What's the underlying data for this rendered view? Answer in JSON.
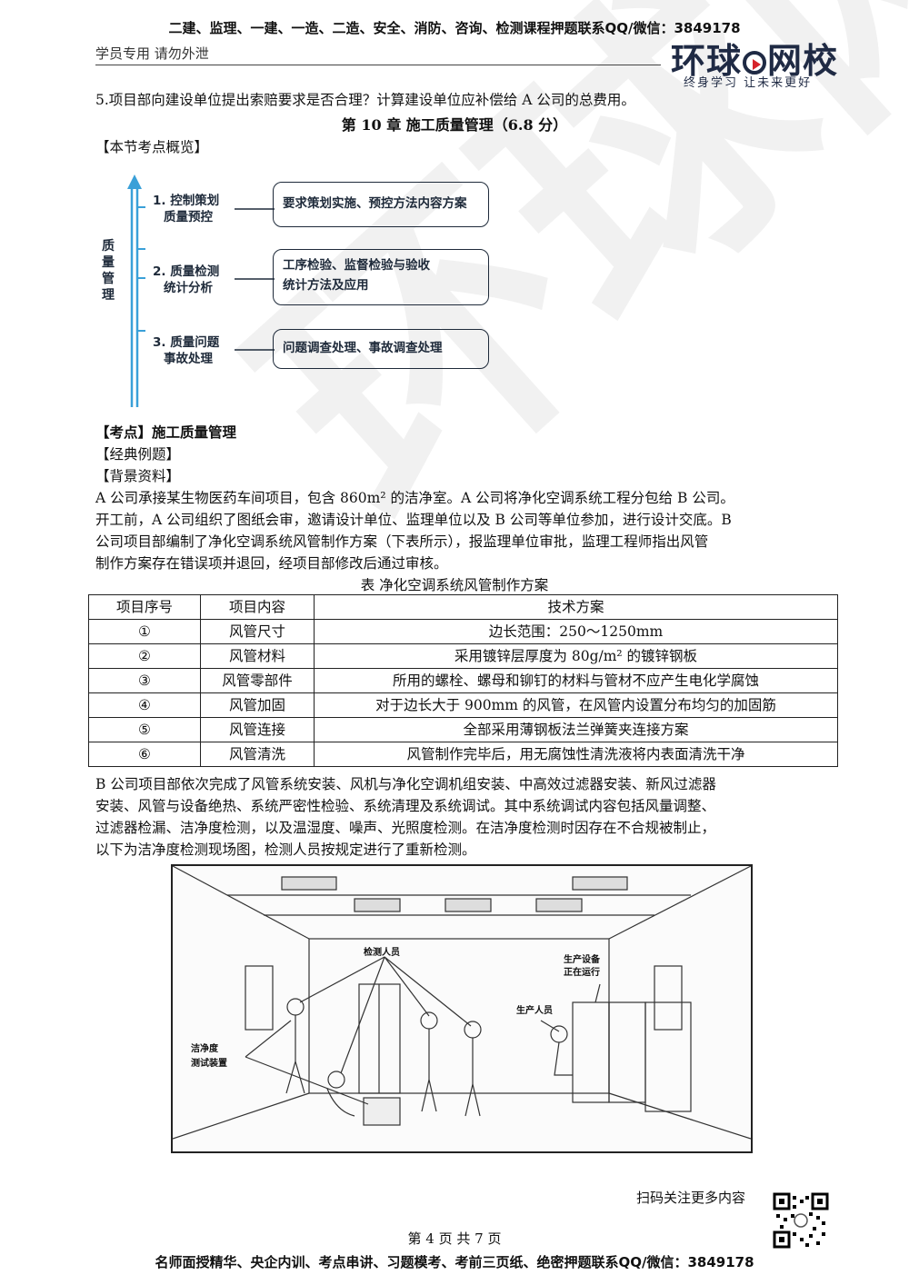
{
  "header": {
    "banner": "二建、监理、一建、一造、二造、安全、消防、咨询、检测课程押题联系QQ/微信：3849178",
    "left_note": "学员专用 请勿外泄",
    "logo_part1": "环球",
    "logo_part2": "网校",
    "logo_slogan": "终身学习 让未来更好"
  },
  "question5": "5.项目部向建设单位提出索赔要求是否合理？计算建设单位应补偿给 A 公司的总费用。",
  "chapter_title": "第 10 章 施工质量管理（6.8 分）",
  "overview_label": "【本节考点概览】",
  "diagram": {
    "axis_label": "质量管理",
    "steps": [
      {
        "num": "1.",
        "line1": "控制策划",
        "line2": "质量预控",
        "box": [
          "要求策划实施、预控方法内容方案"
        ]
      },
      {
        "num": "2.",
        "line1": "质量检测",
        "line2": "统计分析",
        "box": [
          "工序检验、监督检验与验收",
          "统计方法及应用"
        ]
      },
      {
        "num": "3.",
        "line1": "质量问题",
        "line2": "事故处理",
        "box": [
          "问题调查处理、事故调查处理"
        ]
      }
    ]
  },
  "section": {
    "kaodian": "【考点】施工质量管理",
    "example": "【经典例题】",
    "background": "【背景资料】"
  },
  "paragraph1": [
    "A 公司承接某生物医药车间项目，包含 860m² 的洁净室。A 公司将净化空调系统工程分包给 B 公司。",
    "开工前，A 公司组织了图纸会审，邀请设计单位、监理单位以及 B 公司等单位参加，进行设计交底。B",
    "公司项目部编制了净化空调系统风管制作方案（下表所示），报监理单位审批，监理工程师指出风管",
    "制作方案存在错误项并退回，经项目部修改后通过审核。"
  ],
  "table": {
    "caption": "表 净化空调系统风管制作方案",
    "headers": [
      "项目序号",
      "项目内容",
      "技术方案"
    ],
    "rows": [
      [
        "①",
        "风管尺寸",
        "边长范围：250～1250mm"
      ],
      [
        "②",
        "风管材料",
        "采用镀锌层厚度为 80g/m² 的镀锌钢板"
      ],
      [
        "③",
        "风管零部件",
        "所用的螺栓、螺母和铆钉的材料与管材不应产生电化学腐蚀"
      ],
      [
        "④",
        "风管加固",
        "对于边长大于 900mm 的风管，在风管内设置分布均匀的加固筋"
      ],
      [
        "⑤",
        "风管连接",
        "全部采用薄钢板法兰弹簧夹连接方案"
      ],
      [
        "⑥",
        "风管清洗",
        "风管制作完毕后，用无腐蚀性清洗液将内表面清洗干净"
      ]
    ]
  },
  "paragraph2": [
    "B 公司项目部依次完成了风管系统安装、风机与净化空调机组安装、中高效过滤器安装、新风过滤器",
    "安装、风管与设备绝热、系统严密性检验、系统清理及系统调试。其中系统调试内容包括风量调整、",
    "过滤器检漏、洁净度检测，以及温湿度、噪声、光照度检测。在洁净度检测时因存在不合规被制止，",
    "以下为洁净度检测现场图，检测人员按规定进行了重新检测。"
  ],
  "figure": {
    "label_inspectors": "检测人员",
    "label_equipment_1": "生产设备",
    "label_equipment_2": "正在运行",
    "label_workers": "生产人员",
    "label_device_1": "洁净度",
    "label_device_2": "测试装置"
  },
  "footer": {
    "scan_text": "扫码关注更多内容",
    "page_number": "第 4 页 共 7 页",
    "bottom_line": "名师面授精华、央企内训、考点串讲、习题模考、考前三页纸、绝密押题联系QQ/微信：3849178"
  }
}
